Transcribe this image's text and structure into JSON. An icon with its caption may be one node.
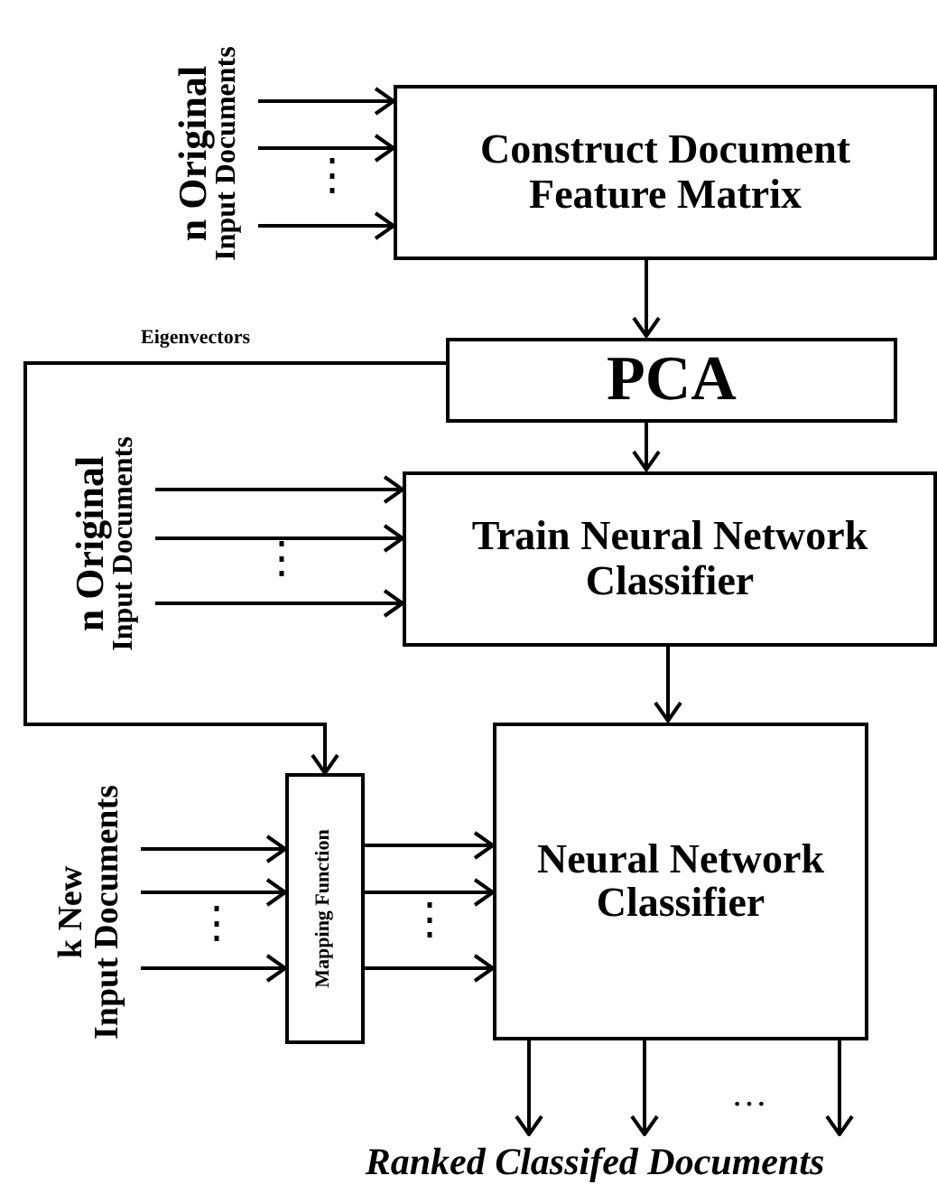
{
  "diagram": {
    "nodes": [
      {
        "text": [
          "n Original",
          "Input Documents"
        ]
      },
      {
        "text": [
          "Construct  Document Feature Matrix"
        ]
      },
      {
        "text": [
          "PCA"
        ]
      },
      {
        "text": [
          "n Original",
          "Input Documents"
        ]
      },
      {
        "text": [
          "Train Neural Network Classifier"
        ]
      },
      {
        "text": [
          "k New",
          "Input Documents"
        ]
      },
      {
        "text": [
          "Mapping Function"
        ]
      },
      {
        "text": [
          "Neural Network Classifier"
        ]
      },
      {
        "text": [
          "Ranked Classifed Documents"
        ]
      }
    ],
    "edges": [
      {
        "from": 0,
        "to": 1,
        "arrow": "to"
      },
      {
        "from": 0,
        "to": 1,
        "arrow": "to"
      },
      {
        "from": 0,
        "to": 1,
        "arrow": "to"
      },
      {
        "from": 1,
        "to": 2,
        "arrow": "to"
      },
      {
        "from": 2,
        "to": 6,
        "arrow": "to",
        "label": "Eigenvectors"
      },
      {
        "from": 2,
        "to": 4,
        "arrow": "to"
      },
      {
        "from": 3,
        "to": 4,
        "arrow": "to"
      },
      {
        "from": 3,
        "to": 4,
        "arrow": "to"
      },
      {
        "from": 3,
        "to": 4,
        "arrow": "to"
      },
      {
        "from": 4,
        "to": 7,
        "arrow": "to"
      },
      {
        "from": 5,
        "to": 6,
        "arrow": "to"
      },
      {
        "from": 5,
        "to": 6,
        "arrow": "to"
      },
      {
        "from": 5,
        "to": 6,
        "arrow": "to"
      },
      {
        "from": 6,
        "to": 7,
        "arrow": "to"
      },
      {
        "from": 6,
        "to": 7,
        "arrow": "to"
      },
      {
        "from": 6,
        "to": 7,
        "arrow": "to"
      },
      {
        "from": 7,
        "to": 8,
        "arrow": "to"
      },
      {
        "from": 7,
        "to": 8,
        "arrow": "to"
      },
      {
        "from": 7,
        "to": 8,
        "arrow": "to"
      }
    ],
    "labels": [
      "⋮",
      "⋮",
      "⋮",
      "⋮",
      "…"
    ]
  }
}
